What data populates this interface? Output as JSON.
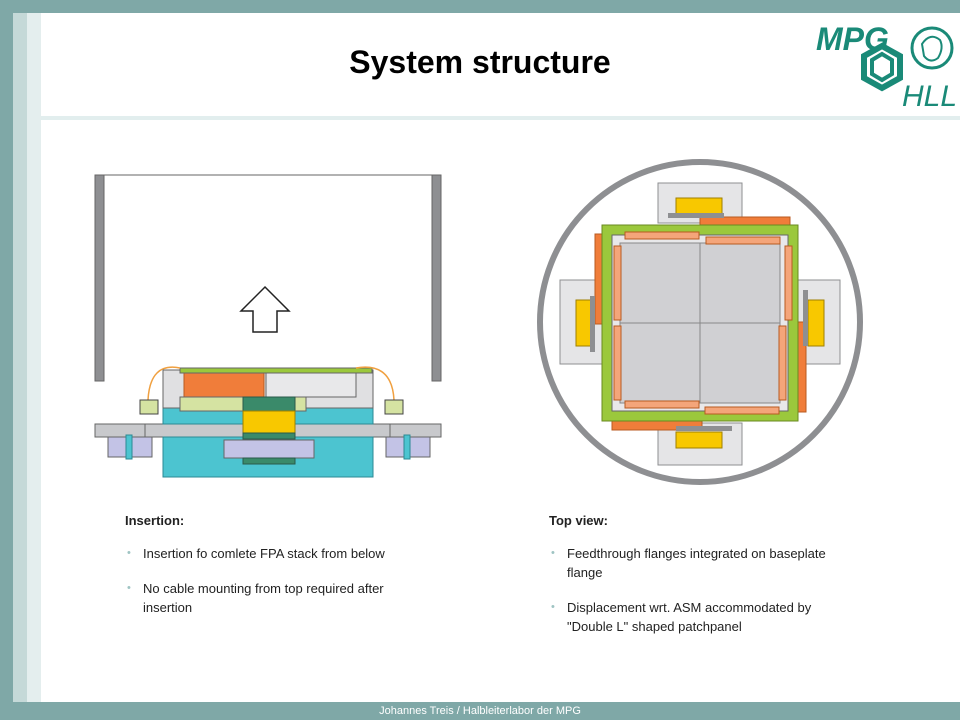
{
  "slide": {
    "title": "System structure",
    "footer": "Johannes Treis / Halbleiterlabor der MPG"
  },
  "logo": {
    "text_mpg": "MPG",
    "text_hll": "HLL"
  },
  "left_panel": {
    "heading": "Insertion:",
    "bullets": [
      "Insertion fo comlete FPA stack from below",
      "No cable mounting from top required after insertion"
    ]
  },
  "right_panel": {
    "heading": "Top view:",
    "bullets": [
      "Feedthrough flanges integrated on baseplate flange",
      "Displacement wrt. ASM accommodated by \"Double L\" shaped patchpanel"
    ]
  },
  "colors": {
    "frame": "#7fa8a7",
    "cyan": "#4cc4d0",
    "orange": "#f07d3a",
    "green": "#9bc83c",
    "yellow": "#f8c800",
    "gray": "#a7a9ac",
    "lavender": "#c3c3e6",
    "teal_dark": "#3a8a6a"
  }
}
